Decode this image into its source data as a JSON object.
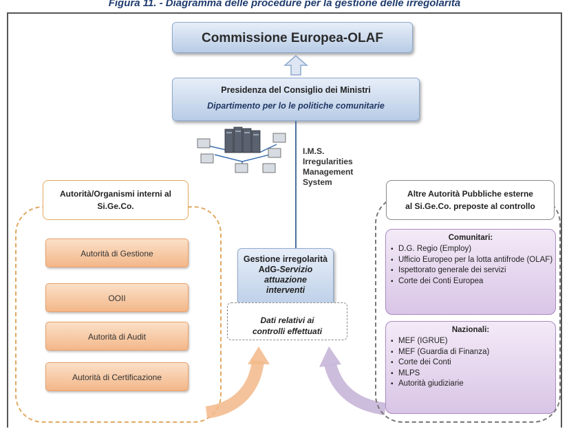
{
  "caption": "Figura 11. - Diagramma delle procedure per la gestione delle irregolarità",
  "top": {
    "title": "Commissione Europea-OLAF"
  },
  "presidenza": {
    "line1": "Presidenza del Consiglio dei Ministri",
    "line2": "Dipartimento per lo le politiche comunitarie"
  },
  "ims": {
    "line1": "I.M.S.",
    "line2": "Irregularities",
    "line3": "Management",
    "line4": "System"
  },
  "left": {
    "header_l1": "Autorità/Organismi interni al",
    "header_l2": "Si.Ge.Co.",
    "items": [
      "Autorità di Gestione",
      "OOII",
      "Autorità di Audit",
      "Autorità di Certificazione"
    ]
  },
  "center": {
    "ges_l1": "Gestione irregolarità",
    "ges_l2a": "AdG-",
    "ges_l2b": "Servizio",
    "ges_l3": "attuazione",
    "ges_l4": "interventi",
    "dati_l1": "Dati relativi ai",
    "dati_l2": "controlli effettuati"
  },
  "right": {
    "header_l1": "Altre Autorità Pubbliche esterne",
    "header_l2": "al Si.Ge.Co. preposte al controllo",
    "comunitari_title": "Comunitari:",
    "comunitari": [
      "D.G. Regio (Employ)",
      "Ufficio Europeo per la lotta antifrode (OLAF)",
      "Ispettorato generale dei servizi",
      "Corte dei Conti Europea"
    ],
    "nazionali_title": "Nazionali:",
    "nazionali": [
      "MEF (IGRUE)",
      "MEF (Guardia di Finanza)",
      "Corte dei Conti",
      "MLPS",
      "Autorità giudiziarie"
    ]
  },
  "colors": {
    "blue_box": "#b8cce6",
    "orange_box": "#f3b789",
    "purple_box": "#d9c5e6",
    "frame": "#555555"
  }
}
